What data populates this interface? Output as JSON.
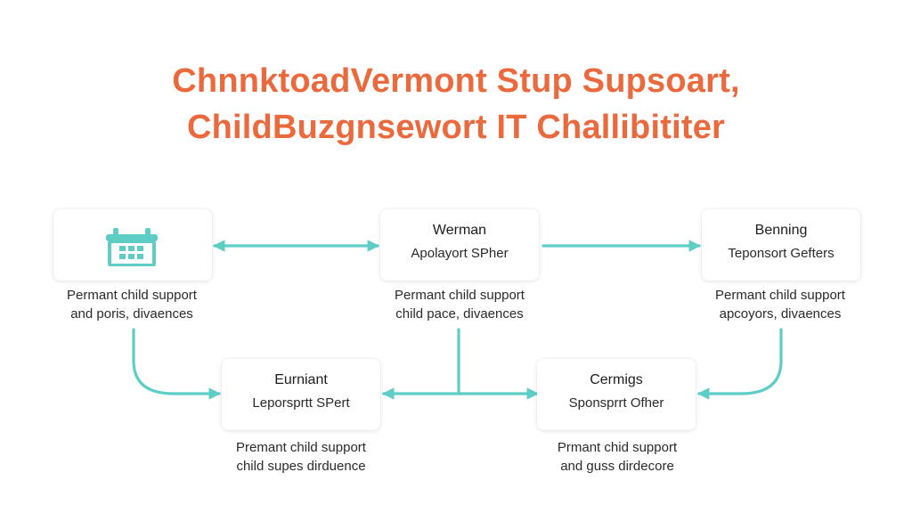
{
  "title": {
    "line1": "Chnnktoad​Vermont Stup Supsoart,",
    "line2": "ChildBuzgnsewort IT Challibititer"
  },
  "colors": {
    "title": "#ea6a3d",
    "connector": "#5ecdc6",
    "icon": "#5ecdc6"
  },
  "nodes": {
    "calendar": {
      "icon": "calendar-icon",
      "desc_line1": "Permant child support",
      "desc_line2": "and poris, divaences"
    },
    "werman": {
      "title": "Werman",
      "subtitle": "Apolayort S⁠Pher",
      "desc_line1": "Permant child support",
      "desc_line2": "child pace, divaences"
    },
    "benning": {
      "title": "Benning",
      "subtitle": "Teponsort Gefters",
      "desc_line1": "Permant child support",
      "desc_line2": "apcoyors, divaences"
    },
    "eurniant": {
      "title": "Eurniant",
      "subtitle": "Leporsprtt S⁠Pert",
      "desc_line1": "Premant child support",
      "desc_line2": "child supes dirduence"
    },
    "cermigs": {
      "title": "Cermigs",
      "subtitle": "Sponsprrt Ofher",
      "desc_line1": "Prmant chid support",
      "desc_line2": "and guss dirdecore"
    }
  }
}
